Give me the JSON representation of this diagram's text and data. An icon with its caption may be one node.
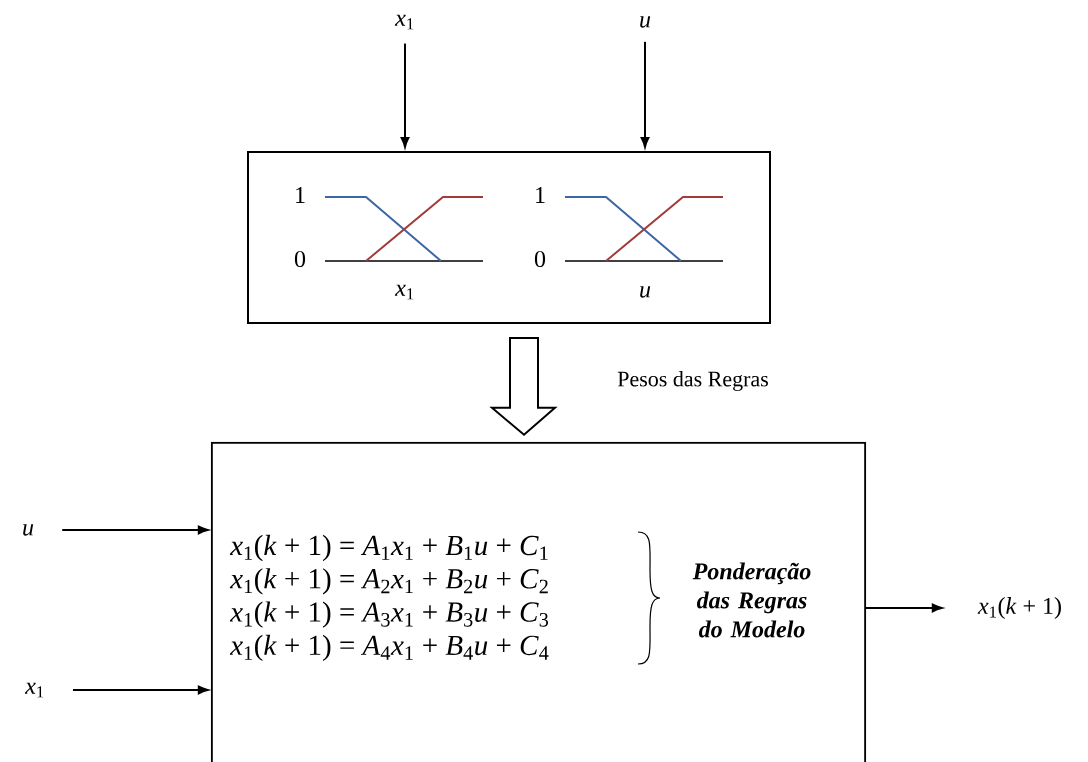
{
  "diagram": {
    "nodes": [
      {
        "text": [
          "*x*$_{1}$"
        ]
      },
      {
        "text": [
          "u"
        ]
      },
      {
        "text": [
          "1",
          "0",
          "*x*$_{1}$",
          "1",
          "0",
          "u"
        ]
      },
      {
        "text": [
          "*x*$_{1}$(*k* + 1) = *A*$_{1}$*x*$_{1}$ + *B*$_{1}$*u* + *C*$_{1}$",
          "*x*$_{1}$(*k* + 1) = *A*$_{2}$*x*$_{1}$ + *B*$_{2}$*u* + *C*$_{2}$",
          "*x*$_{1}$(*k* + 1) = *A*$_{3}$*x*$_{1}$ + *B*$_{3}$*u* + *C*$_{3}$",
          "*x*$_{1}$(*k* + 1) = *A*$_{4}$*x*$_{1}$ + *B*$_{4}$*u* + *C*$_{4}$",
          "Ponderação das Regras do Modelo"
        ]
      },
      {
        "text": [
          "u"
        ]
      },
      {
        "text": [
          "*x*$_{1}$"
        ]
      },
      {
        "text": [
          "*x*$_{1}$(*k* + 1)"
        ]
      }
    ],
    "edges": [
      {
        "from": 0,
        "to": 2,
        "arrow": "to"
      },
      {
        "from": 1,
        "to": 2,
        "arrow": "to"
      },
      {
        "from": 2,
        "to": 3,
        "arrow": "to",
        "label": "Pesos das Regras",
        "style": "thick"
      },
      {
        "from": 4,
        "to": 3,
        "arrow": "to"
      },
      {
        "from": 5,
        "to": 3,
        "arrow": "to"
      },
      {
        "from": 3,
        "to": 6,
        "arrow": "to"
      }
    ]
  }
}
